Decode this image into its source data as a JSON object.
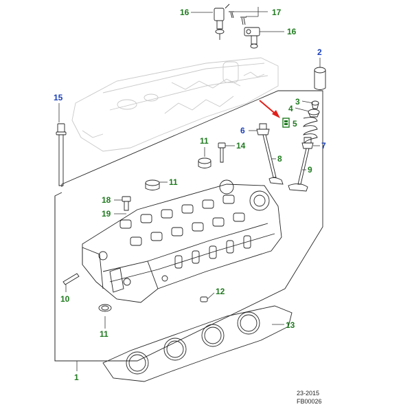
{
  "colors": {
    "callout_green": "#1f7a1f",
    "callout_blue": "#1a3fb8",
    "highlight_red": "#e0201b",
    "line": "#222222",
    "faint": "#c8c8c8"
  },
  "callouts": [
    {
      "id": "c16a",
      "text": "16",
      "color": "green"
    },
    {
      "id": "c17",
      "text": "17",
      "color": "green"
    },
    {
      "id": "c16b",
      "text": "16",
      "color": "green"
    },
    {
      "id": "c2",
      "text": "2",
      "color": "blue"
    },
    {
      "id": "c15",
      "text": "15",
      "color": "blue"
    },
    {
      "id": "c3",
      "text": "3",
      "color": "green"
    },
    {
      "id": "c4",
      "text": "4",
      "color": "green"
    },
    {
      "id": "c5",
      "text": "5",
      "color": "green"
    },
    {
      "id": "c6",
      "text": "6",
      "color": "blue"
    },
    {
      "id": "c7",
      "text": "7",
      "color": "blue"
    },
    {
      "id": "c8",
      "text": "8",
      "color": "green"
    },
    {
      "id": "c9",
      "text": "9",
      "color": "green"
    },
    {
      "id": "c11a",
      "text": "11",
      "color": "green"
    },
    {
      "id": "c14",
      "text": "14",
      "color": "green"
    },
    {
      "id": "c11b",
      "text": "11",
      "color": "green"
    },
    {
      "id": "c18",
      "text": "18",
      "color": "green"
    },
    {
      "id": "c19",
      "text": "19",
      "color": "green"
    },
    {
      "id": "c10",
      "text": "10",
      "color": "green"
    },
    {
      "id": "c12",
      "text": "12",
      "color": "green"
    },
    {
      "id": "c13",
      "text": "13",
      "color": "green"
    },
    {
      "id": "c11c",
      "text": "11",
      "color": "green"
    },
    {
      "id": "c1",
      "text": "1",
      "color": "green"
    }
  ],
  "reference": {
    "date_code": "23-2015",
    "figure_id": "FB00026"
  }
}
